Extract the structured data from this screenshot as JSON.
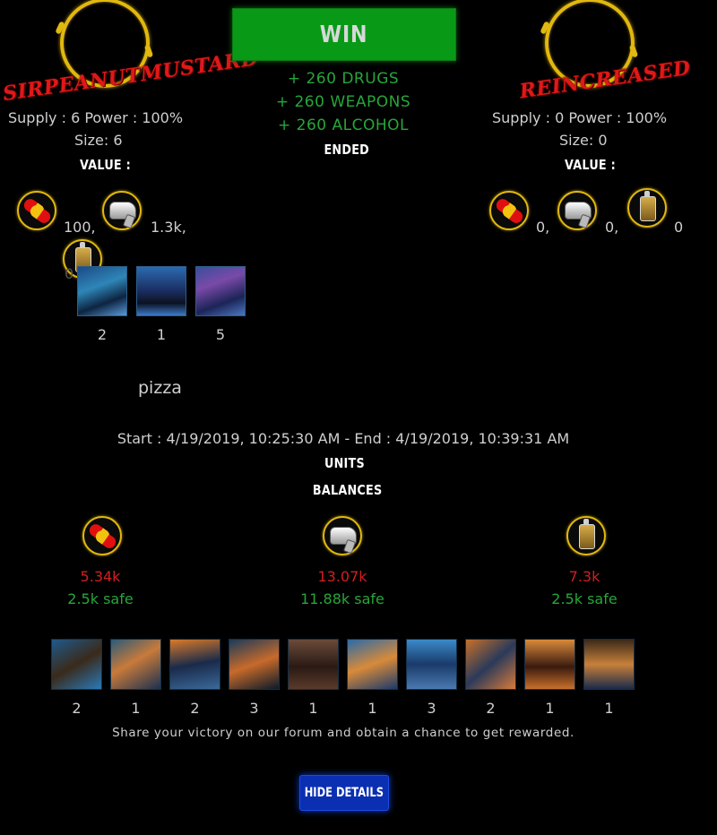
{
  "colors": {
    "win": "#089a17",
    "gain": "#27a63a",
    "loss": "#d11f1f",
    "gold": "#e1b80e",
    "button": "#0b2fb3"
  },
  "result": {
    "title": "WIN",
    "rewards": [
      "+ 260 DRUGS",
      "+ 260 WEAPONS",
      "+ 260 ALCOHOL"
    ],
    "status": "ENDED"
  },
  "left_player": {
    "name": "SIRPEANUTMUSTARD",
    "supply_power": "Supply : 6 Power : 100%",
    "size": "Size: 6",
    "value_label": "VALUE :",
    "values": [
      {
        "icon": "drugs-icon",
        "value": "100,"
      },
      {
        "icon": "weapons-icon",
        "value": "1.3k,"
      },
      {
        "icon": "alcohol-icon",
        "value": "0"
      }
    ],
    "units": [
      {
        "icon": "unit-henchwoman",
        "count": "2"
      },
      {
        "icon": "unit-suited-mobster",
        "count": "1"
      },
      {
        "icon": "unit-hooded-thug",
        "count": "5"
      }
    ],
    "label": "pizza"
  },
  "right_player": {
    "name": "REINCREASED",
    "supply_power": "Supply : 0 Power : 100%",
    "size": "Size: 0",
    "value_label": "VALUE :",
    "values": [
      {
        "icon": "drugs-icon",
        "value": "0,"
      },
      {
        "icon": "weapons-icon",
        "value": "0,"
      },
      {
        "icon": "alcohol-icon",
        "value": "0"
      }
    ]
  },
  "timeline": "Start : 4/19/2019, 10:25:30 AM - End : 4/19/2019, 10:39:31 AM",
  "units_label": "UNITS",
  "balances_label": "BALANCES",
  "balances": [
    {
      "icon": "drugs-icon",
      "amount": "5.34k",
      "safe": "2.5k safe"
    },
    {
      "icon": "weapons-icon",
      "amount": "13.07k",
      "safe": "11.88k safe"
    },
    {
      "icon": "alcohol-icon",
      "amount": "7.3k",
      "safe": "2.5k safe"
    }
  ],
  "buildings": [
    {
      "icon": "building-1",
      "count": "2"
    },
    {
      "icon": "building-2",
      "count": "1"
    },
    {
      "icon": "building-3",
      "count": "2"
    },
    {
      "icon": "building-4",
      "count": "3"
    },
    {
      "icon": "building-5",
      "count": "1"
    },
    {
      "icon": "building-6",
      "count": "1"
    },
    {
      "icon": "building-7",
      "count": "3"
    },
    {
      "icon": "building-8",
      "count": "2"
    },
    {
      "icon": "building-9",
      "count": "1"
    },
    {
      "icon": "building-10",
      "count": "1"
    }
  ],
  "share_text": "Share your victory on our forum and obtain a chance to get rewarded.",
  "hide_button": "HIDE DETAILS"
}
